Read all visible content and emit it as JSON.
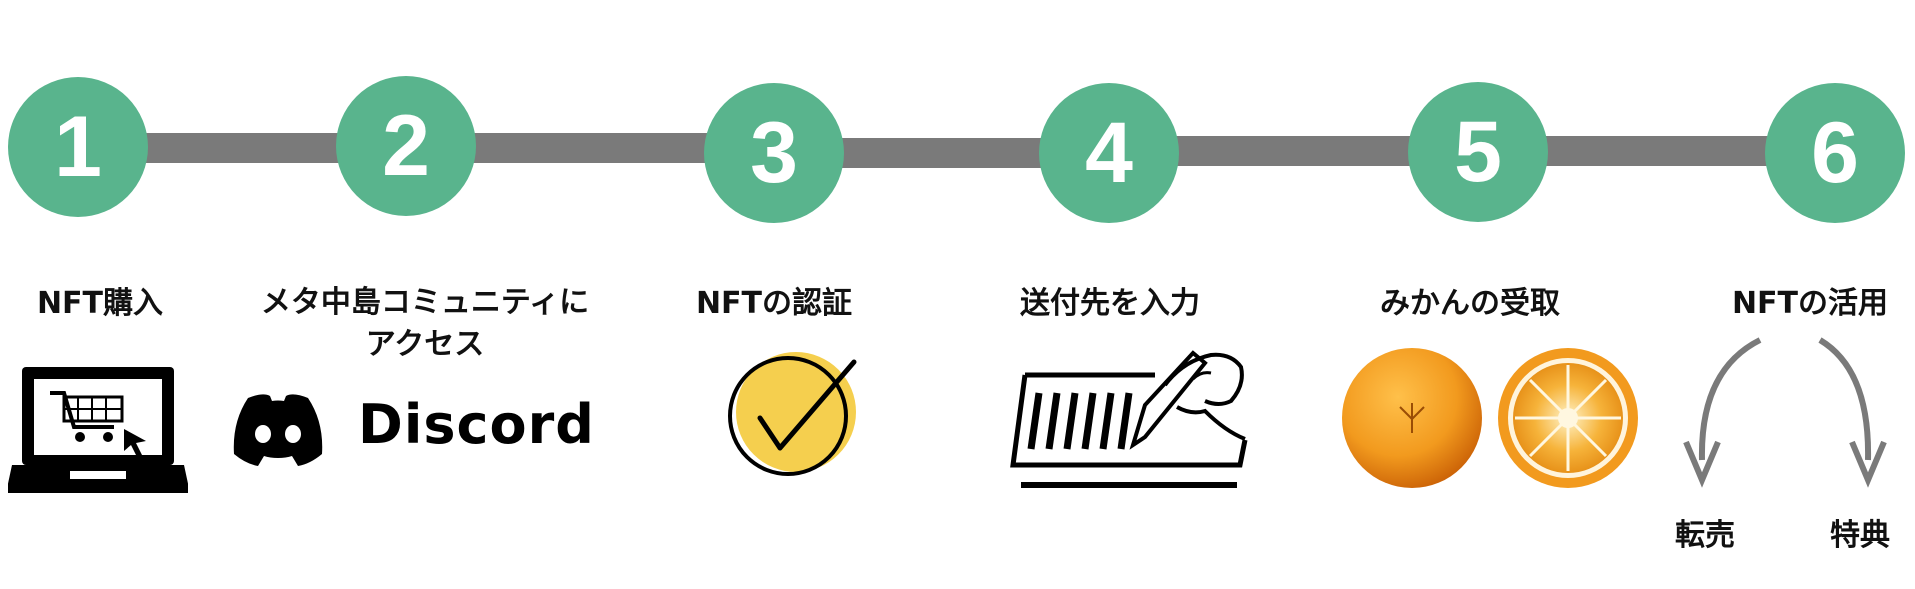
{
  "colors": {
    "circle": "#59b48d",
    "connector": "#7a7a7a",
    "check_circle": "#f5cf4e",
    "orange": "#f29a1e"
  },
  "steps": [
    {
      "number": "1",
      "label": "NFT購入",
      "icon": "laptop-cart-icon"
    },
    {
      "number": "2",
      "label_line1": "メタ中島コミュニティに",
      "label_line2": "アクセス",
      "icon": "discord-logo",
      "brand": "Discord"
    },
    {
      "number": "3",
      "label": "NFTの認証",
      "icon": "check-icon"
    },
    {
      "number": "4",
      "label": "送付先を入力",
      "icon": "hand-writing-icon"
    },
    {
      "number": "5",
      "label": "みかんの受取",
      "icon": "orange-icon"
    },
    {
      "number": "6",
      "label": "NFTの活用",
      "icon": "branch-arrows-icon",
      "branches": [
        "転売",
        "特典"
      ]
    }
  ]
}
